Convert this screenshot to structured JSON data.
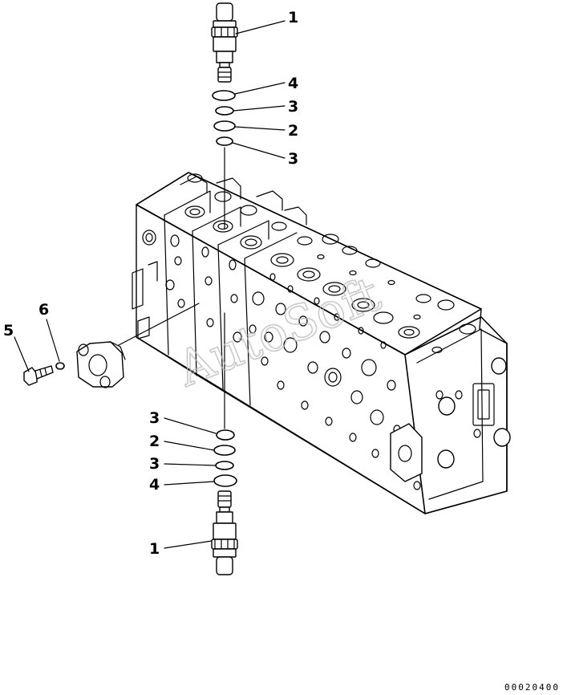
{
  "callouts": {
    "top_cartridge": "1",
    "top_backup_large": "4",
    "top_oring_a": "3",
    "top_backup_small": "2",
    "top_oring_b": "3",
    "bottom_oring_a": "3",
    "bottom_backup_small": "2",
    "bottom_oring_b": "3",
    "bottom_backup_large": "4",
    "bottom_cartridge": "1",
    "bolt": "5",
    "washer": "6"
  },
  "watermark": "AutoSoft",
  "drawing_code": "00020400"
}
